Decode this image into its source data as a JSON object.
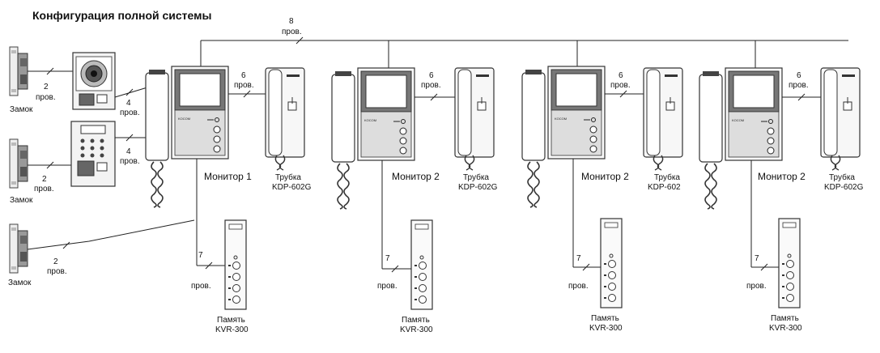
{
  "title": "Конфигурация полной системы",
  "bus": {
    "count": "8",
    "unit": "пров."
  },
  "locks": [
    {
      "label": "Замок",
      "wires": "2",
      "unit": "пров."
    },
    {
      "label": "Замок",
      "wires": "2",
      "unit": "пров."
    },
    {
      "label": "Замок",
      "wires": "2",
      "unit": "пров."
    }
  ],
  "door_links": [
    {
      "wires": "4",
      "unit": "пров."
    },
    {
      "wires": "4",
      "unit": "пров."
    }
  ],
  "units": [
    {
      "monitor": "Монитор 1",
      "handset_wires": "6",
      "handset_unit": "пров.",
      "handset_line1": "Трубка",
      "handset_line2": "KDP-602G",
      "memory_wires": "7",
      "memory_unit": "пров.",
      "memory_line1": "Память",
      "memory_line2": "KVR-300"
    },
    {
      "monitor": "Монитор 2",
      "handset_wires": "6",
      "handset_unit": "пров.",
      "handset_line1": "Трубка",
      "handset_line2": "KDP-602G",
      "memory_wires": "7",
      "memory_unit": "пров.",
      "memory_line1": "Память",
      "memory_line2": "KVR-300"
    },
    {
      "monitor": "Монитор 2",
      "handset_wires": "6",
      "handset_unit": "пров.",
      "handset_line1": "Трубка",
      "handset_line2": "KDP-602",
      "memory_wires": "7",
      "memory_unit": "пров.",
      "memory_line1": "Память",
      "memory_line2": "KVR-300"
    },
    {
      "monitor": "Монитор 2",
      "handset_wires": "6",
      "handset_unit": "пров.",
      "handset_line1": "Трубка",
      "handset_line2": "KDP-602G",
      "memory_wires": "7",
      "memory_unit": "пров.",
      "memory_line1": "Память",
      "memory_line2": "KVR-300"
    }
  ]
}
